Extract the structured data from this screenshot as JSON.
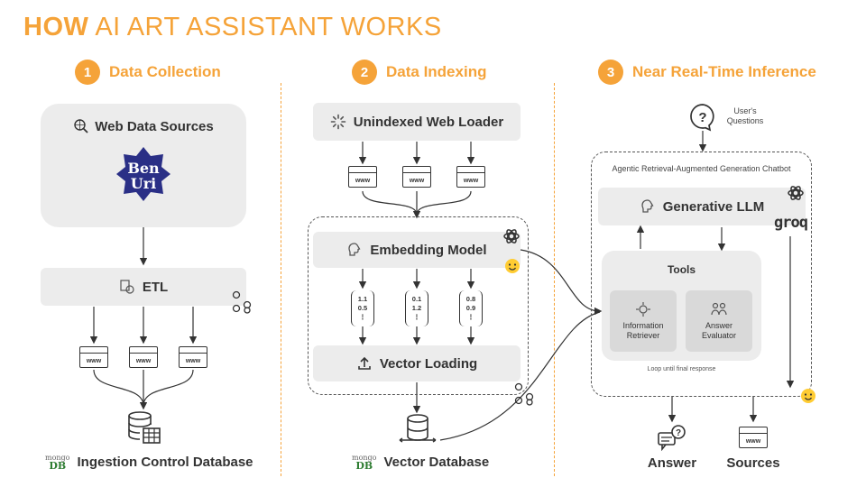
{
  "title": {
    "bold": "HOW",
    "rest": "AI ART ASSISTANT WORKS"
  },
  "sections": [
    {
      "num": "1",
      "label": "Data Collection"
    },
    {
      "num": "2",
      "label": "Data Indexing"
    },
    {
      "num": "3",
      "label": "Near Real-Time Inference"
    }
  ],
  "col1": {
    "web_sources": "Web Data Sources",
    "logo_line1": "Ben",
    "logo_line2": "Uri",
    "etl": "ETL",
    "www": "www",
    "db_label": "Ingestion Control Database",
    "mongo_top": "mongo",
    "mongo_bottom": "DB"
  },
  "col2": {
    "loader": "Unindexed Web Loader",
    "www": "www",
    "embedding": "Embedding Model",
    "vectors": [
      {
        "a": "1.1",
        "b": "0.5",
        "c": "⋮"
      },
      {
        "a": "0.1",
        "b": "1.2",
        "c": "⋮"
      },
      {
        "a": "0.8",
        "b": "0.9",
        "c": "⋮"
      }
    ],
    "vector_loading": "Vector Loading",
    "db_label": "Vector Database",
    "mongo_top": "mongo",
    "mongo_bottom": "DB"
  },
  "col3": {
    "user_q_line1": "User's",
    "user_q_line2": "Questions",
    "chatbot_title": "Agentic Retrieval-Augmented Generation Chatbot",
    "llm": "Generative LLM",
    "groq": "groq",
    "tools": "Tools",
    "tool1_line1": "Information",
    "tool1_line2": "Retriever",
    "tool2_line1": "Answer",
    "tool2_line2": "Evaluator",
    "loop": "Loop until final response",
    "answer": "Answer",
    "sources": "Sources",
    "www": "www"
  },
  "colors": {
    "accent": "#f5a339",
    "box": "#ececec",
    "text": "#333333",
    "benuri": "#2a2f86"
  }
}
